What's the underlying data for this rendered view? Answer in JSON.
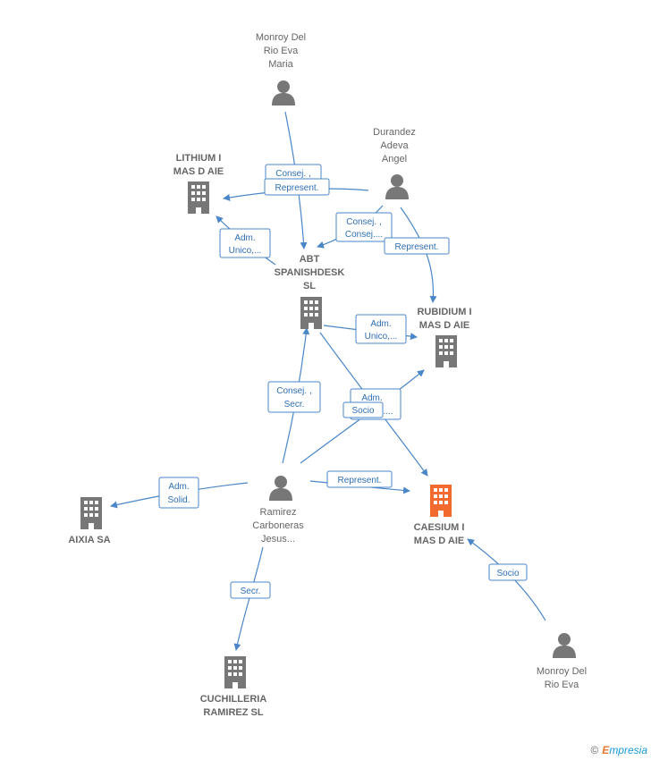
{
  "colors": {
    "edge": "#4a86c8",
    "company": "#777777",
    "company_focus": "#f26a2e",
    "person": "#777777"
  },
  "nodes": [
    {
      "id": "monroy_eva_maria",
      "type": "person",
      "lines": [
        "Monroy Del",
        "Rio Eva",
        "Maria"
      ]
    },
    {
      "id": "durandez",
      "type": "person",
      "lines": [
        "Durandez",
        "Adeva",
        "Angel"
      ]
    },
    {
      "id": "lithium",
      "type": "company",
      "lines": [
        "LITHIUM I",
        "MAS D AIE"
      ]
    },
    {
      "id": "abt",
      "type": "company",
      "lines": [
        "ABT",
        "SPANISHDESK",
        "SL"
      ]
    },
    {
      "id": "rubidium",
      "type": "company",
      "lines": [
        "RUBIDIUM I",
        "MAS D AIE"
      ]
    },
    {
      "id": "ramirez",
      "type": "person",
      "lines": [
        "Ramirez",
        "Carboneras",
        "Jesus..."
      ]
    },
    {
      "id": "aixia",
      "type": "company",
      "lines": [
        "AIXIA SA"
      ]
    },
    {
      "id": "caesium",
      "type": "company_focus",
      "lines": [
        "CAESIUM I",
        "MAS D AIE"
      ]
    },
    {
      "id": "cuchilleria",
      "type": "company",
      "lines": [
        "CUCHILLERIA",
        "RAMIREZ  SL"
      ]
    },
    {
      "id": "monroy_eva",
      "type": "person",
      "lines": [
        "Monroy Del",
        "Rio Eva"
      ]
    }
  ],
  "edge_labels": [
    {
      "id": "lbl-consej-1",
      "lines": [
        "Consej. ,"
      ]
    },
    {
      "id": "lbl-represent-1",
      "lines": [
        "Represent."
      ]
    },
    {
      "id": "lbl-consej-2",
      "lines": [
        "Consej. ,",
        "Consej...."
      ]
    },
    {
      "id": "lbl-represent-2",
      "lines": [
        "Represent."
      ]
    },
    {
      "id": "lbl-adm-unico-1",
      "lines": [
        "Adm.",
        "Unico,..."
      ]
    },
    {
      "id": "lbl-adm-unico-2",
      "lines": [
        "Adm.",
        "Unico,..."
      ]
    },
    {
      "id": "lbl-consej-secr",
      "lines": [
        "Consej. ,",
        "Secr."
      ]
    },
    {
      "id": "lbl-adm-back",
      "lines": [
        "Adm.",
        "...."
      ]
    },
    {
      "id": "lbl-socio-1",
      "lines": [
        "Socio"
      ]
    },
    {
      "id": "lbl-adm-solid",
      "lines": [
        "Adm.",
        "Solid."
      ]
    },
    {
      "id": "lbl-represent-3",
      "lines": [
        "Represent."
      ]
    },
    {
      "id": "lbl-secr",
      "lines": [
        "Secr."
      ]
    },
    {
      "id": "lbl-socio-2",
      "lines": [
        "Socio"
      ]
    }
  ],
  "footer": {
    "copyright_symbol": "©",
    "brand_first": "E",
    "brand_rest": "mpresia"
  }
}
